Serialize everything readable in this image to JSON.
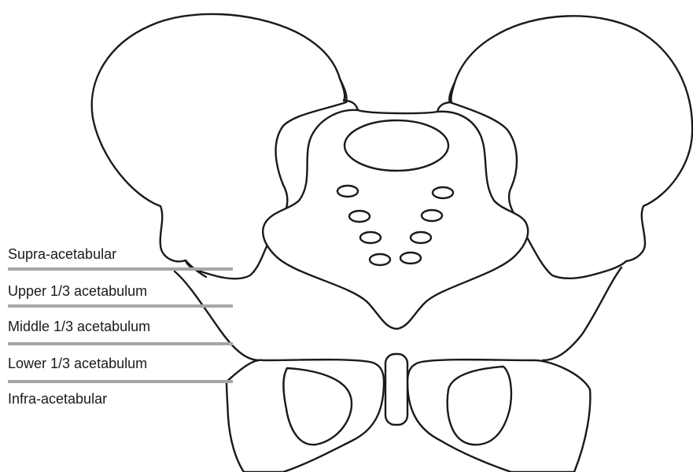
{
  "levels": [
    {
      "label": "Supra-acetabular"
    },
    {
      "label": "Upper 1/3 acetabulum"
    },
    {
      "label": "Middle 1/3 acetabulum"
    },
    {
      "label": "Lower 1/3 acetabulum"
    },
    {
      "label": "Infra-acetabular"
    }
  ],
  "colors": {
    "outline": "#1a1a1a",
    "level_line": "#a6a6a6",
    "background": "#ffffff"
  }
}
